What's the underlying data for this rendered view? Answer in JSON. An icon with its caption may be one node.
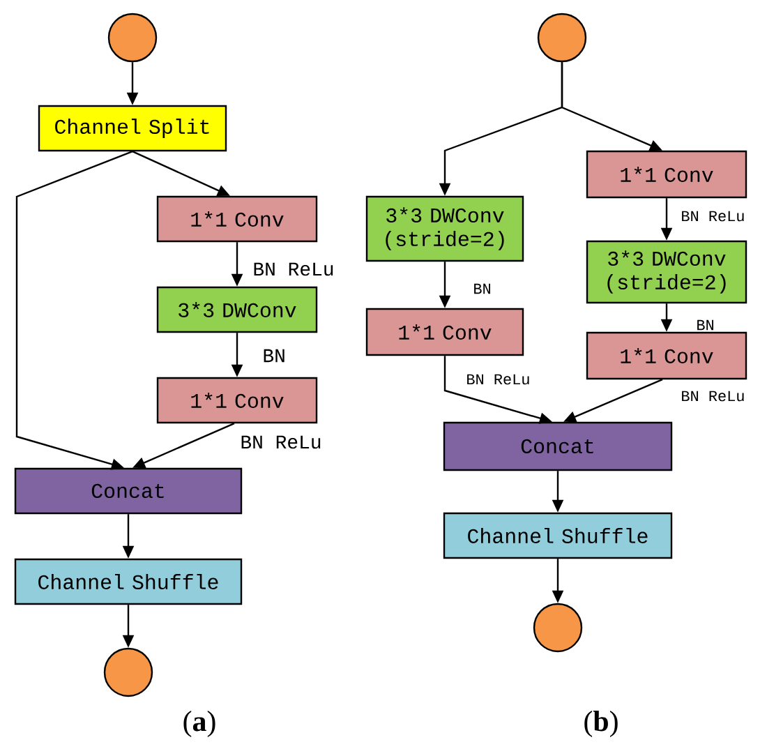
{
  "diagram": {
    "nodes": [
      {
        "text": [],
        "shape": "circle"
      },
      {
        "text": [
          "Channel Split"
        ]
      },
      {
        "text": [
          "1*1 Conv"
        ]
      },
      {
        "text": [
          "3*3 DWConv"
        ]
      },
      {
        "text": [
          "1*1 Conv"
        ]
      },
      {
        "text": [
          "Concat"
        ]
      },
      {
        "text": [
          "Channel Shuffle"
        ]
      },
      {
        "text": [],
        "shape": "circle"
      },
      {
        "text": [],
        "shape": "circle"
      },
      {
        "text": [
          "3*3 DWConv (stride=2)"
        ]
      },
      {
        "text": [
          "1*1 Conv"
        ]
      },
      {
        "text": [
          "1*1 Conv"
        ]
      },
      {
        "text": [
          "3*3 DWConv (stride=2)"
        ]
      },
      {
        "text": [
          "1*1 Conv"
        ]
      },
      {
        "text": [
          "Concat"
        ]
      },
      {
        "text": [
          "Channel Shuffle"
        ]
      },
      {
        "text": [],
        "shape": "circle"
      }
    ],
    "edges": [
      {
        "from": 0,
        "to": 1,
        "arrow": "to"
      },
      {
        "from": 1,
        "to": 2,
        "arrow": "to"
      },
      {
        "from": 1,
        "to": 5,
        "arrow": "to"
      },
      {
        "from": 2,
        "to": 3,
        "arrow": "to",
        "label": "BN ReLu"
      },
      {
        "from": 3,
        "to": 4,
        "arrow": "to",
        "label": "BN"
      },
      {
        "from": 4,
        "to": 5,
        "arrow": "to",
        "label": "BN ReLu"
      },
      {
        "from": 5,
        "to": 6,
        "arrow": "to"
      },
      {
        "from": 6,
        "to": 7,
        "arrow": "to"
      },
      {
        "from": 8,
        "to": 9,
        "arrow": "to"
      },
      {
        "from": 8,
        "to": 11,
        "arrow": "to"
      },
      {
        "from": 9,
        "to": 10,
        "arrow": "to",
        "label": "BN"
      },
      {
        "from": 10,
        "to": 14,
        "arrow": "to",
        "label": "BN ReLu"
      },
      {
        "from": 11,
        "to": 12,
        "arrow": "to",
        "label": "BN ReLu"
      },
      {
        "from": 12,
        "to": 13,
        "arrow": "to",
        "label": "BN"
      },
      {
        "from": 13,
        "to": 14,
        "arrow": "to",
        "label": "BN ReLu"
      },
      {
        "from": 14,
        "to": 15,
        "arrow": "to"
      },
      {
        "from": 15,
        "to": 16,
        "arrow": "to"
      }
    ],
    "labels": [
      "(**a**)",
      "(**b**)"
    ]
  }
}
